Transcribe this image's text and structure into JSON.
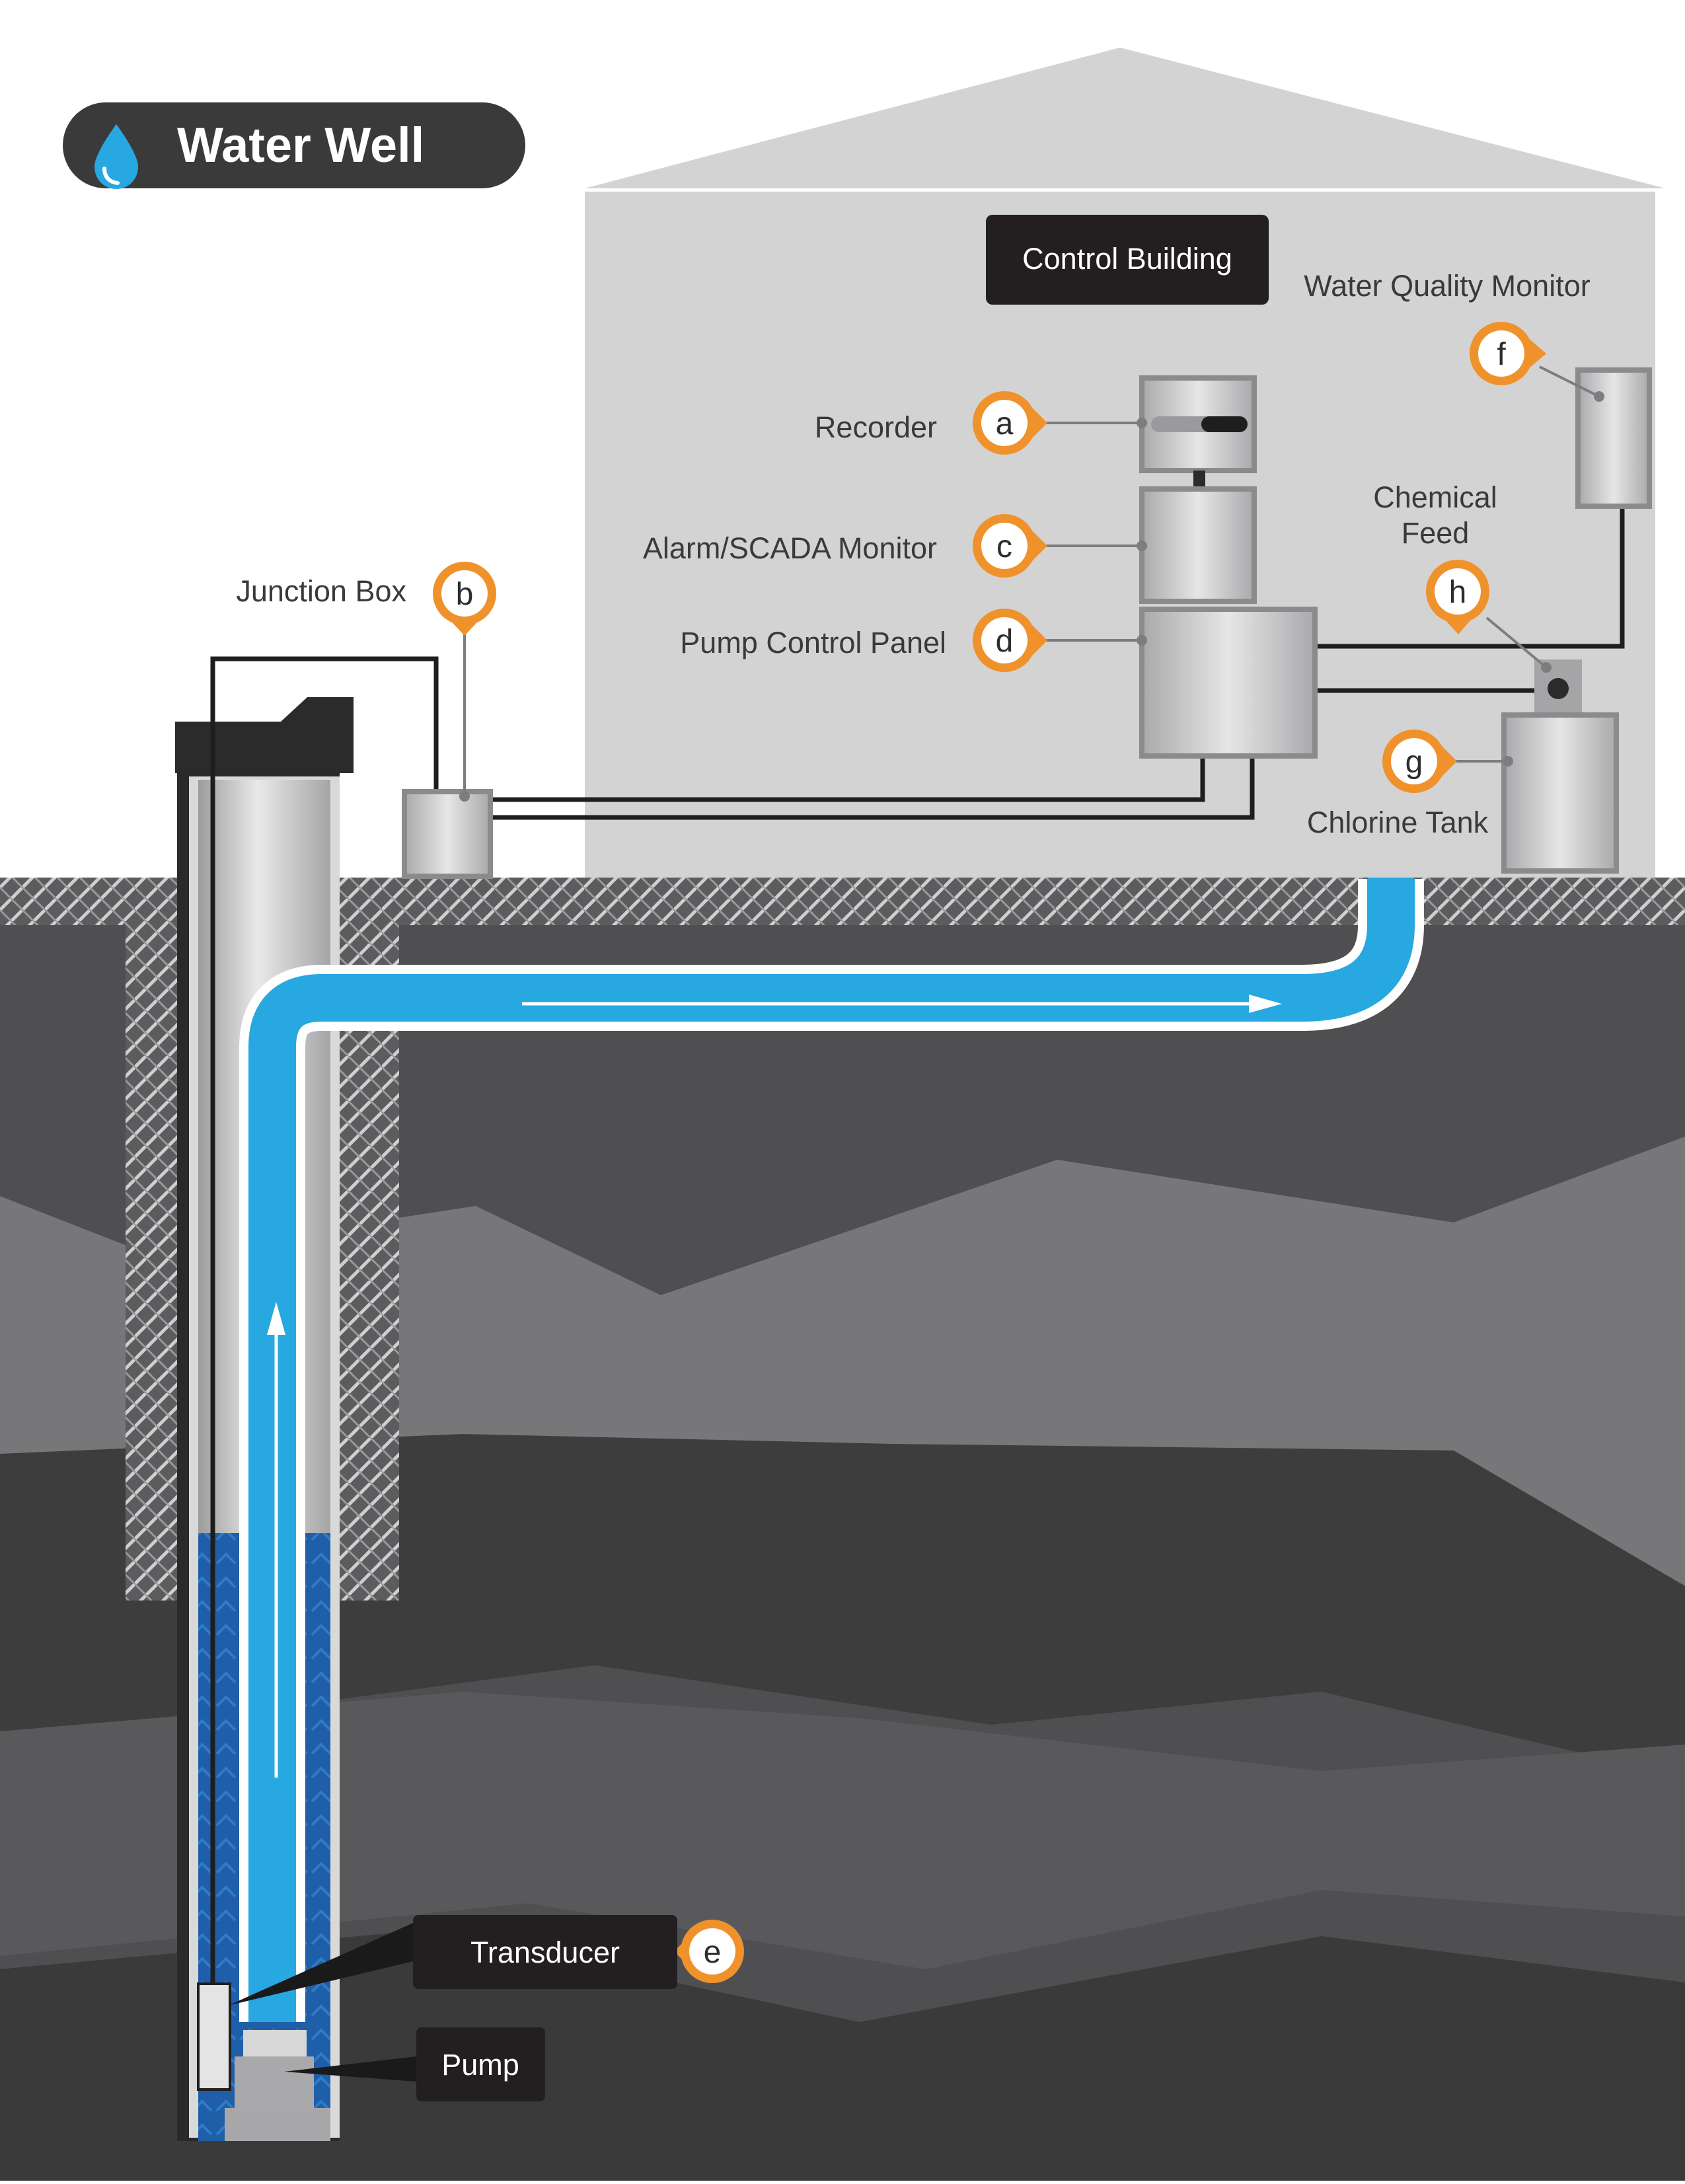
{
  "title": "Water Well",
  "icons": {
    "title": "water-drop-icon"
  },
  "colors": {
    "water": "#27a8e0",
    "water_dark": "#1f5ea8",
    "callout_orange": "#f0922b",
    "label_box": "#231f20",
    "building": "#d3d3d4",
    "soil_1": "#4f4f51",
    "soil_2": "#77777a",
    "soil_3": "#3d3d3e",
    "soil_4": "#59595b"
  },
  "building": {
    "label": "Control Building"
  },
  "labels": {
    "recorder": "Recorder",
    "alarm": "Alarm/SCADA Monitor",
    "pump_control": "Pump Control Panel",
    "junction_box": "Junction Box",
    "water_quality": "Water Quality Monitor",
    "chemical_feed_line1": "Chemical",
    "chemical_feed_line2": "Feed",
    "chlorine_tank": "Chlorine Tank",
    "transducer": "Transducer",
    "pump": "Pump"
  },
  "callouts": {
    "a": "a",
    "b": "b",
    "c": "c",
    "d": "d",
    "e": "e",
    "f": "f",
    "g": "g",
    "h": "h"
  }
}
